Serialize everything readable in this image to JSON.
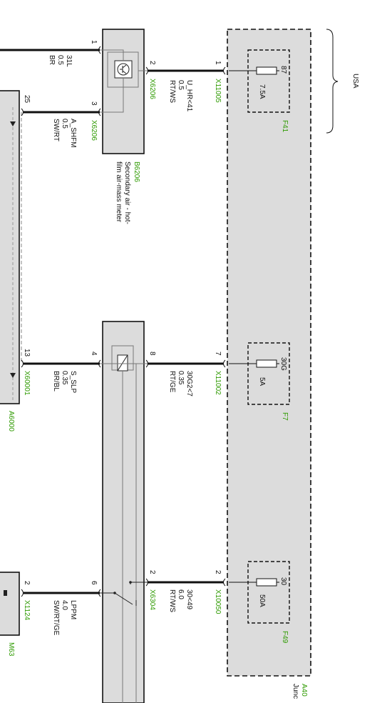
{
  "junction_box": {
    "id": "A40",
    "name": "Junc"
  },
  "usa_label": "USA",
  "components": {
    "b6206": {
      "id": "B6206",
      "line1": "Secondary air - hot-",
      "line2": "film air-mass meter"
    },
    "a6000": {
      "id": "A6000"
    },
    "m63": {
      "id": "M63"
    }
  },
  "fuses": [
    {
      "id": "F41",
      "terminal": "87",
      "rating": "7.5A"
    },
    {
      "id": "F7",
      "terminal": "30G",
      "rating": "5A"
    },
    {
      "id": "F49",
      "terminal": "30",
      "rating": "50A"
    }
  ],
  "wires": {
    "ground": {
      "pin_left": "1",
      "signal": "31L",
      "size": "0.5",
      "color": "BR"
    },
    "u_hr": {
      "pin_left": "2",
      "connector_left": "X6206",
      "signal": "U_HR<41",
      "size": "0.5",
      "color": "RT/WS",
      "pin_right": "1",
      "connector_right": "X11005"
    },
    "a_shfm": {
      "pin_far": "25",
      "pin_near": "3",
      "connector": "X6206",
      "signal": "A_SHFM",
      "size": "0.5",
      "color": "SW/RT"
    },
    "s_slp": {
      "pin_far": "13",
      "pin_near": "4",
      "connector": "X60001",
      "signal": "S_SLP",
      "size": "0.35",
      "color": "BR/BL"
    },
    "w30g2": {
      "pin_left": "8",
      "signal": "30G2<7",
      "size": "0.35",
      "color": "RT/GE",
      "pin_right": "7",
      "connector_right": "X11002"
    },
    "lppm": {
      "pin_far": "2",
      "pin_near": "6",
      "connector": "X1124",
      "signal": "LPPM",
      "size": "4.0",
      "color": "SW/RT/GE"
    },
    "w30": {
      "pin_left": "2",
      "connector_left": "X6304",
      "signal": "30<49",
      "size": "6.0",
      "color": "RT/WS",
      "pin_right": "2",
      "connector_right": "X10050"
    }
  },
  "colors": {
    "label_green": "#2e9a00",
    "box_fill": "#dcdcdc",
    "line": "#111111"
  }
}
